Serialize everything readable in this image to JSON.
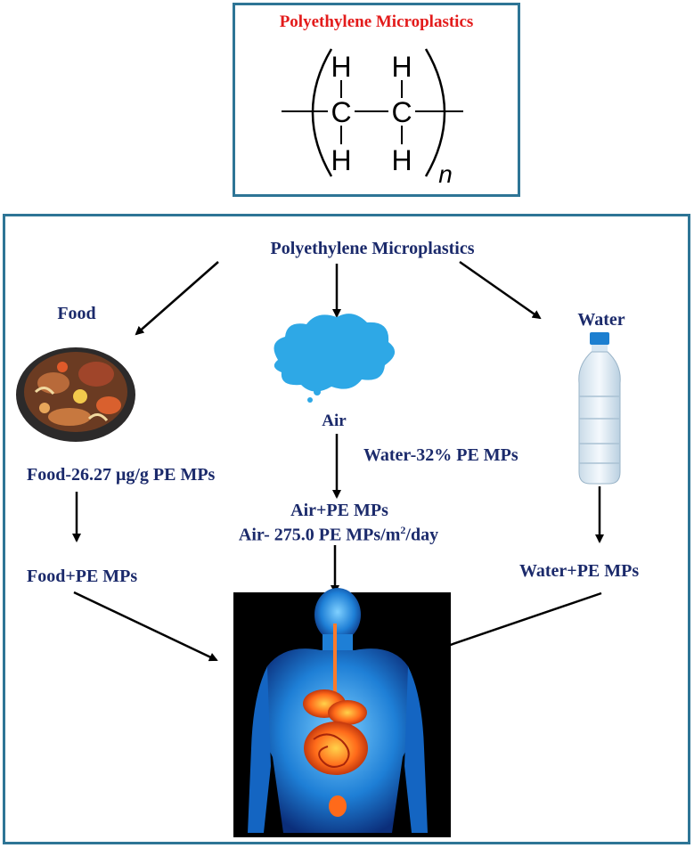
{
  "structure_box": {
    "title": "Polyethylene Microplastics",
    "atoms": {
      "h": "H",
      "c": "C",
      "subscript": "n"
    }
  },
  "flow": {
    "source": "Polyethylene Microplastics",
    "food": {
      "label": "Food",
      "concentration": "Food-26.27 μg/g PE MPs",
      "combined": "Food+PE MPs",
      "image_icon": "seafood-plate-icon"
    },
    "air": {
      "label": "Air",
      "combined": "Air+PE MPs",
      "concentration_prefix": "Air- 275.0 PE MPs/m",
      "concentration_sup": "2",
      "concentration_suffix": "/day",
      "image_icon": "cloud-icon"
    },
    "water": {
      "label": "Water",
      "concentration": "Water-32% PE MPs",
      "combined": "Water+PE MPs",
      "image_icon": "water-bottle-icon"
    },
    "target_icon": "human-digestive-system-icon"
  },
  "colors": {
    "border": "#2e7596",
    "title_red": "#e31b1b",
    "label_navy": "#1b2a6b",
    "cloud": "#2ea8e6",
    "body_blue": "#1e7fd6",
    "organs": "#ff6a1a"
  }
}
